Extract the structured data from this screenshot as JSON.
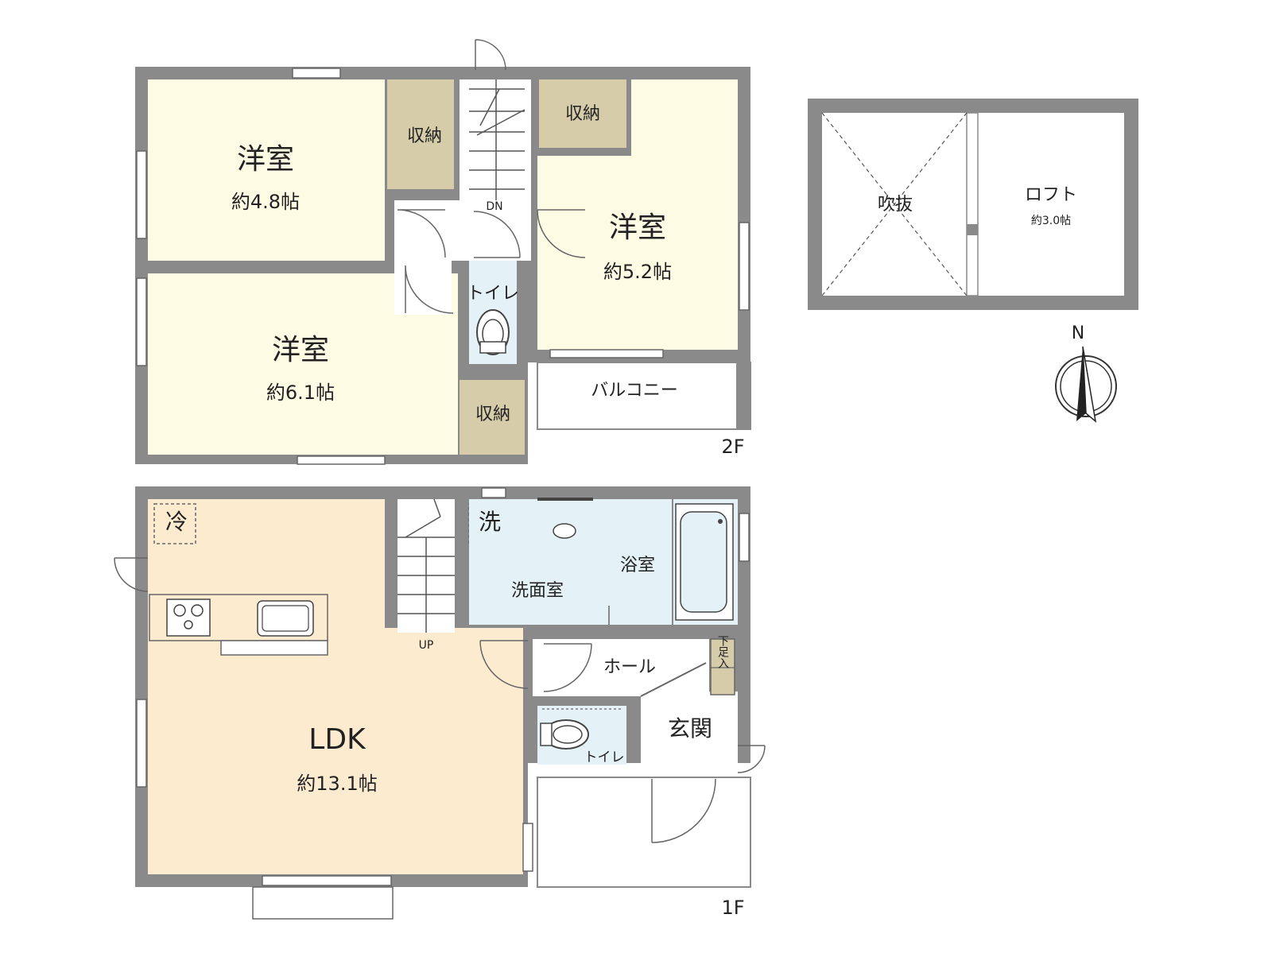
{
  "floor2": {
    "label": "2F",
    "room_nw_name": "洋室",
    "room_nw_size": "約4.8帖",
    "room_sw_name": "洋室",
    "room_sw_size": "約6.1帖",
    "room_e_name": "洋室",
    "room_e_size": "約5.2帖",
    "storage_1": "収納",
    "storage_2": "収納",
    "storage_3": "収納",
    "toilet": "トイレ",
    "balcony": "バルコニー",
    "stairs": "DN"
  },
  "floor1": {
    "label": "1F",
    "ldk_name": "LDK",
    "ldk_size": "約13.1帖",
    "fridge": "冷",
    "washer": "洗",
    "washroom": "洗面室",
    "bathroom": "浴室",
    "hall": "ホール",
    "entrance": "玄関",
    "toilet": "トイレ",
    "shoe_storage": "下足入",
    "stairs": "UP"
  },
  "loft_plan": {
    "void": "吹抜",
    "loft_name": "ロフト",
    "loft_size": "約3.0帖"
  },
  "compass": {
    "north": "N"
  },
  "colors": {
    "wall": "#8a8a8a",
    "bedroom": "#fcfbe3",
    "storage": "#d6ccaa",
    "water": "#e4f1f6",
    "ldk": "#fdebd0"
  }
}
